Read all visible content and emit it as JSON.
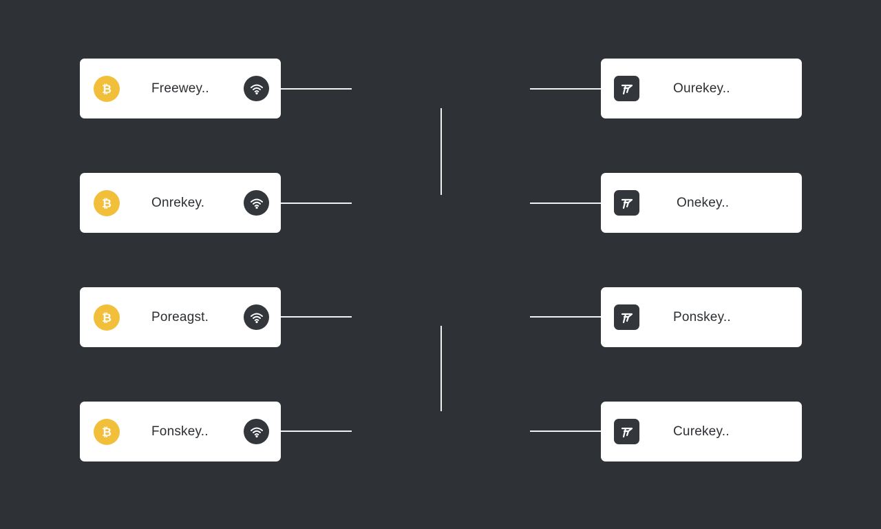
{
  "colors": {
    "background": "#2e3236",
    "card": "#ffffff",
    "text": "#2b2f33",
    "coin": "#f2bf3a",
    "icon_dark": "#33373b",
    "connector": "#f2f2f2"
  },
  "icons": {
    "left_lead": "bitcoin-icon",
    "left_trail": "wifi-icon",
    "right_lead": "flag-icon"
  },
  "left_nodes": [
    {
      "label": "Freewey.."
    },
    {
      "label": "Onrekey."
    },
    {
      "label": "Poreagst."
    },
    {
      "label": "Fonskey.."
    }
  ],
  "right_nodes": [
    {
      "label": "Ourekey.."
    },
    {
      "label": "Onekey.."
    },
    {
      "label": "Ponskey.."
    },
    {
      "label": "Curekey.."
    }
  ]
}
